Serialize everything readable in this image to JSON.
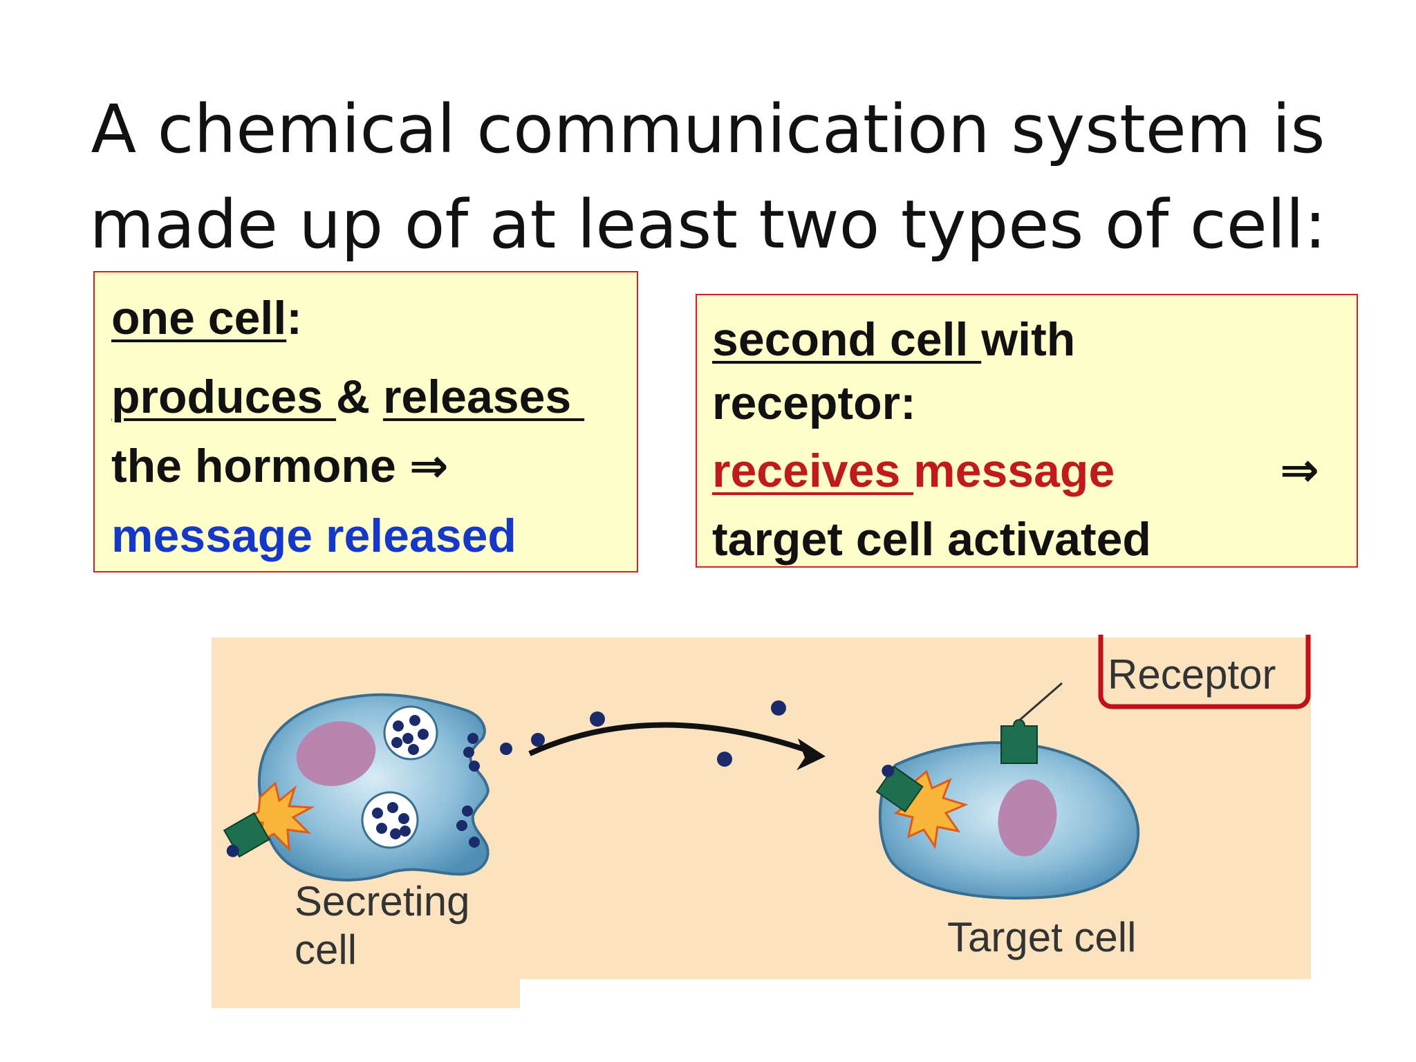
{
  "title": {
    "line1": "A chemical communication system is",
    "line2": "made up of at least two types of cell:"
  },
  "left_box": {
    "heading": "one cell",
    "heading_colon": ":",
    "produces": "produces ",
    "amp": "& ",
    "releases": "releases ",
    "hormone_text": "the hormone ",
    "arrow": "⇒",
    "message_released": "message released"
  },
  "right_box": {
    "second_cell": "second cell ",
    "with": "with",
    "receptor_line": "receptor:",
    "receives": "receives ",
    "message": "message",
    "arrow": "⇒",
    "activated": "target cell activated"
  },
  "diagram": {
    "secreting_line1": "Secreting",
    "secreting_line2": "cell",
    "target": "Target cell",
    "receptor": "Receptor",
    "colors": {
      "background": "#fbe3c0",
      "cell_fill": "#7fb3d0",
      "nucleus": "#b884b0",
      "hormone_dot": "#1a2a6a",
      "receptor": "#1e6e50",
      "highlight_box": "#c0101a"
    }
  }
}
